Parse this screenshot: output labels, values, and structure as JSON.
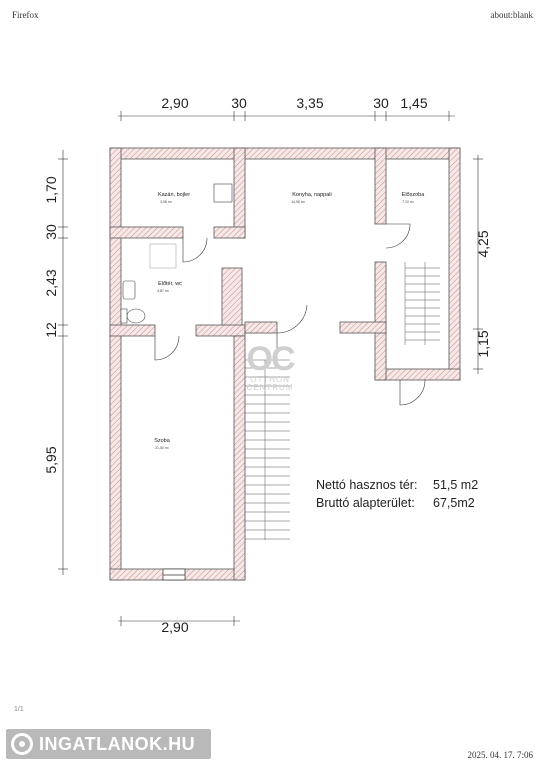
{
  "browser": {
    "app_name": "Firefox",
    "url": "about:blank"
  },
  "dimensions": {
    "top": [
      "2,90",
      "30",
      "3,35",
      "30",
      "1,45"
    ],
    "left": [
      "1,70",
      "30",
      "2,43",
      "12",
      "5,95"
    ],
    "right": [
      "4,25",
      "1,15"
    ],
    "bottom": [
      "2,90"
    ]
  },
  "rooms": [
    {
      "name": "Kazán, bojler",
      "area": "3,08 m²"
    },
    {
      "name": "Konyha, nappali",
      "area": "14,96 m²"
    },
    {
      "name": "Előszoba",
      "area": "7,10 m²"
    },
    {
      "name": "Előtér, wc",
      "area": "4,87 m²"
    },
    {
      "name": "Szoba",
      "area": "21,50 m²"
    }
  ],
  "summary": {
    "net_label": "Nettó hasznos tér:",
    "net_value": "51,5 m2",
    "gross_label": "Bruttó alapterület:",
    "gross_value": "67,5m2"
  },
  "watermark": {
    "logo": "OC",
    "line1": "OTTHON",
    "line2": "CENTRUM"
  },
  "footer": {
    "page": "1/1",
    "brand": "INGATLANOK.HU",
    "datetime": "2025. 04. 17. 7:06"
  },
  "colors": {
    "wall_hatch": "#c88a8a",
    "wall_fill": "#f6e6e6",
    "line": "#333333",
    "brand_bg": "#b9b9b9"
  }
}
